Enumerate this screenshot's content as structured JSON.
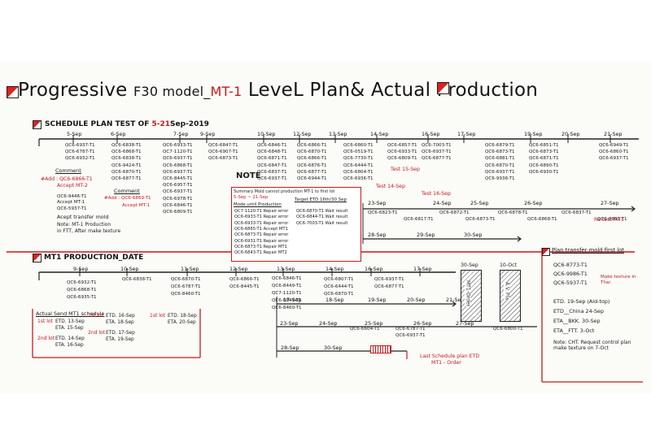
{
  "title": {
    "main": "Progressive",
    "model": "F30 model_",
    "mt": "MT-1",
    "rest": "LeveL Plan& Actual Production"
  },
  "schedule": {
    "heading_prefix": "SCHEDULE PLAN TEST OF",
    "heading_date": "5-21",
    "heading_suffix": "Sep-2019",
    "dates": [
      "5-Sep",
      "6-Sep",
      "7-Sep",
      "9-Sep",
      "10-Sep",
      "12-Sep",
      "13-Sep",
      "14-Sep",
      "16-Sep",
      "17-Sep",
      "19-Sep",
      "20-Sep",
      "21-Sep"
    ],
    "col1": [
      "QC6-6937-T1",
      "QC6-6787-T1",
      "QC6-6932-T1"
    ],
    "col2": [
      "QC6-6838-T1",
      "QC6-6868-T1",
      "QC6-6838-T1",
      "QC6-9424-T1",
      "QC6-6870-T1",
      "QC6-6877-T1"
    ],
    "col3": [
      "QC6-6933-T1",
      "QC7-1120-T1",
      "QC6-6937-T1",
      "QC6-6868-T1",
      "QC6-6937-T1",
      "QC6-8445-T1",
      "QC6-6957-T1",
      "QC6-6937-T1",
      "QC6-6978-T1",
      "QC6-6846-T1",
      "QC6-6809-T1"
    ],
    "col4": [
      "QC6-6847-T1",
      "QC6-6907-T1",
      "QC6-6873-T1"
    ],
    "col5": [
      "QC6-6846-T1",
      "QC6-6848-T1",
      "QC6-6871-T1",
      "QC6-6847-T1",
      "QC6-6837-T1",
      "QC6-6937-T1"
    ],
    "col6": [
      "QC6-6866-T1",
      "QC6-6870-T1",
      "QC6-6866-T1",
      "QC6-6876-T1",
      "QC6-6877-T1",
      "QC6-6944-T1"
    ],
    "col7": [
      "QC6-6860-T1",
      "QC6-0519-T1",
      "QC6-7730-T1",
      "QC6-6444-T1",
      "QC6-6804-T1",
      "QC6-6936-T1"
    ],
    "col8": [
      "QC6-6857-T1",
      "QC6-6933-T1",
      "QC6-6809-T1"
    ],
    "col9": [
      "QC6-7003-T1",
      "QC6-6937-T1",
      "QC6-6877-T1"
    ],
    "col10": [
      "QC6-6879-T1",
      "QC6-6873-T1",
      "QC6-6881-T1",
      "QC6-6870-T1",
      "QC6-6937-T1",
      "QC6-9936-T1"
    ],
    "col11": [
      "QC6-6851-T1",
      "QC6-6873-T1",
      "QC6-6871-T1",
      "QC6-6890-T1",
      "QC6-6930-T1"
    ],
    "col12": [
      "QC6-6949-T1",
      "QC6-6860-T1",
      "QC6-6937-T1"
    ],
    "comment": "Comment",
    "comment_add": "#Add : QC6-6866-T1",
    "comment_accept": "Accept MT-2",
    "comment2": "Comment",
    "comment2_add": "#Add : QC6-6869-T1",
    "comment2_accept": "Accept MT-1",
    "extra1": [
      "QC6-9446-T1",
      "Accept MT-1",
      "QC6-5937-T1"
    ],
    "accept_transfer": "Acept transfer mold",
    "note_mt1": "Note: MT-1 Production",
    "note_after": "in FTT, After make texture",
    "test15": "Test 15-Sep",
    "test14": "Test 14-Sep",
    "test16": "Test 16-Sep",
    "retest": "Re-test MT1"
  },
  "note": {
    "title": "NOTE",
    "line1": "Summary Mold cannot production MT-1 to first lot",
    "line2": "5-Sep ~ 21-Sep",
    "sub1": "Mode until Production",
    "sub2": "Target ETD 16th/30 Sep",
    "items": [
      "QC7-1120-T1 Repair error",
      "QC6-6933-T1 Repair error",
      "QC6-6933-T1 Repair error",
      "QC6-6865-T1 Accept MT1",
      "QC6-6873-T1 Repair error",
      "QC6-6931-T1 Repair error",
      "QC6-6873-T1 Repair MT1",
      "QC6-6843-T1 Repair MT2"
    ],
    "items_right": [
      "QC6-6870-T1 Wait result",
      "QC6-6844-T1 Wait result",
      "QC6-7003-T1 Wait result"
    ]
  },
  "mid_timeline": {
    "dates": [
      "23-Sep",
      "24-Sep",
      "25-Sep",
      "26-Sep",
      "27-Sep"
    ],
    "items": [
      "QC6-6823-T1",
      "QC6-6817-T1",
      "QC6-6872-T1",
      "QC6-6873-T1",
      "QC6-6878-T1",
      "QC6-6868-T1",
      "QC6-6837-T1",
      "QC6-6851-T1"
    ],
    "dates2": [
      "28-Sep",
      "29-Sep",
      "30-Sep"
    ]
  },
  "mt1": {
    "heading": "MT1 PRODUCTION_DATE",
    "dates": [
      "9-Sep",
      "10-Sep",
      "11-Sep",
      "12-Sep",
      "13-Sep",
      "14-Sep",
      "16-Sep",
      "17-Sep"
    ],
    "col1": [
      "QC6-6932-T1",
      "QC6-6868-T1",
      "QC6-6935-T1"
    ],
    "col2": [
      "QC6-6838-T1"
    ],
    "col3": [
      "QC6-6870-T1",
      "QC6-6787-T1",
      "QC6-8460-T1"
    ],
    "col4": [
      "QC6-6866-T1",
      "QC6-8445-T1"
    ],
    "col5": [
      "QC6-6846-T1",
      "QC6-8449-T1",
      "QC7-1120-T1",
      "QC6-6849-T1",
      "QC6-8460-T1"
    ],
    "col6": [
      "QC6-6807-T1",
      "QC6-6444-T1",
      "QC6-6870-T1"
    ],
    "col7": [
      "QC6-6937-T1",
      "QC6-6877-T1"
    ],
    "row2_dates": [
      "17-Sep",
      "18-Sep",
      "19-Sep",
      "20-Sep",
      "21-Sep"
    ],
    "row3_dates": [
      "23-Sep",
      "24-Sep",
      "25-Sep",
      "26-Sep",
      "27-Sep"
    ],
    "row3_items": [
      "QC6-6604-T1",
      "QC6-6787-T1",
      "QC6-6937-T1",
      "QC6-6800-T1"
    ],
    "row4_dates": [
      "28-Sep",
      "30-Sep"
    ],
    "ct1": "30-Sep",
    "ct2": "10-Oct",
    "ct_label1": "MT1-Order",
    "ct_label2": "A.V. Pla",
    "last_plan": "Last Schedule plan ETD",
    "last_plan2": "MT1 - Order"
  },
  "actual": {
    "heading": "Actual Send MT1 schedule",
    "rows": [
      {
        "lot": "1st lot",
        "etd": "ETD. 13-Sep",
        "eta": "ETA. 15-Sep"
      },
      {
        "lot": "2nd lot",
        "etd": "ETD. 14-Sep",
        "eta": "ETA. 16-Sep"
      },
      {
        "lot": "1st lot",
        "etd": "ETD. 16-Sep",
        "eta": "ETA. 18-Sep"
      },
      {
        "lot": "2nd lot",
        "etd": "ETD. 17-Sep",
        "eta": "ETA. 19-Sep"
      },
      {
        "lot": "1st lot",
        "etd": "ETD. 18-Sep",
        "eta": "ETA. 20-Sep"
      }
    ]
  },
  "plan_transfer": {
    "heading": "Plan transfer mold first lot",
    "items": [
      "QC6-8773-T1",
      "QC6-9986-T1",
      "QC6-5937-T1"
    ],
    "make": "Make texture in Thai",
    "etd": "ETD. 19-Sep (Ald-top)",
    "etd2": "ETD__China 24-Sep",
    "eta_bkk": "ETA__BKK. 30-Sep",
    "eta_ftt": "ETA__FTT. 3-Oct",
    "note": "Note: CHT. Request control plan make texture on 7-Oct"
  }
}
